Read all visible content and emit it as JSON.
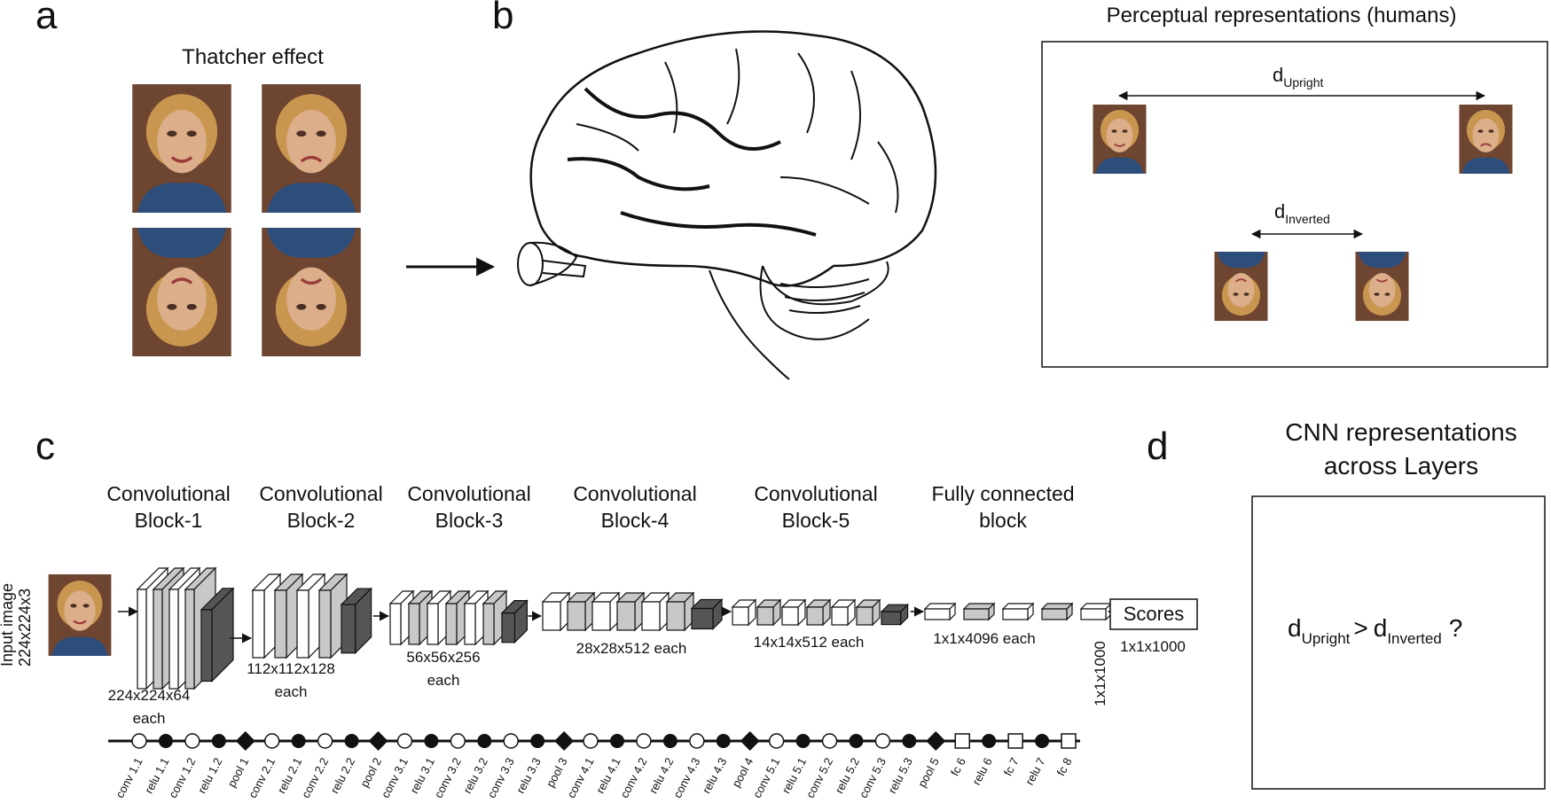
{
  "panel_a": {
    "letter": "a",
    "title": "Thatcher effect"
  },
  "panel_b": {
    "letter": "b",
    "title": "Perceptual representations (humans)",
    "d_upright": {
      "base": "d",
      "sub": "Upright"
    },
    "d_inverted": {
      "base": "d",
      "sub": "Inverted"
    }
  },
  "panel_c": {
    "letter": "c",
    "input_label": [
      "Input image",
      "224x224x3"
    ],
    "blocks": [
      {
        "title": [
          "Convolutional",
          "Block-1"
        ],
        "dims": [
          "224x224x64",
          "each"
        ]
      },
      {
        "title": [
          "Convolutional",
          "Block-2"
        ],
        "dims": [
          "112x112x128",
          "each"
        ]
      },
      {
        "title": [
          "Convolutional",
          "Block-3"
        ],
        "dims": [
          "56x56x256",
          "each"
        ]
      },
      {
        "title": [
          "Convolutional",
          "Block-4"
        ],
        "dims": [
          "28x28x512 each"
        ]
      },
      {
        "title": [
          "Convolutional",
          "Block-5"
        ],
        "dims": [
          "14x14x512 each"
        ]
      },
      {
        "title": [
          "Fully connected",
          "block"
        ],
        "dims": [
          "1x1x4096 each"
        ]
      }
    ],
    "fc8_dims": "1x1x1000",
    "scores_label": "Scores",
    "scores_dims": "1x1x1000",
    "layers": [
      {
        "name": "conv 1.1",
        "kind": "conv"
      },
      {
        "name": "relu 1.1",
        "kind": "relu"
      },
      {
        "name": "conv 1.2",
        "kind": "conv"
      },
      {
        "name": "relu 1.2",
        "kind": "relu"
      },
      {
        "name": "pool 1",
        "kind": "pool"
      },
      {
        "name": "conv 2.1",
        "kind": "conv"
      },
      {
        "name": "relu 2.1",
        "kind": "relu"
      },
      {
        "name": "conv 2.2",
        "kind": "conv"
      },
      {
        "name": "relu 2.2",
        "kind": "relu"
      },
      {
        "name": "pool 2",
        "kind": "pool"
      },
      {
        "name": "conv 3.1",
        "kind": "conv"
      },
      {
        "name": "relu 3.1",
        "kind": "relu"
      },
      {
        "name": "conv 3.2",
        "kind": "conv"
      },
      {
        "name": "relu 3.2",
        "kind": "relu"
      },
      {
        "name": "conv 3.3",
        "kind": "conv"
      },
      {
        "name": "relu 3.3",
        "kind": "relu"
      },
      {
        "name": "pool 3",
        "kind": "pool"
      },
      {
        "name": "conv 4.1",
        "kind": "conv"
      },
      {
        "name": "relu 4.1",
        "kind": "relu"
      },
      {
        "name": "conv 4.2",
        "kind": "conv"
      },
      {
        "name": "relu 4.2",
        "kind": "relu"
      },
      {
        "name": "conv 4.3",
        "kind": "conv"
      },
      {
        "name": "relu 4.3",
        "kind": "relu"
      },
      {
        "name": "pool 4",
        "kind": "pool"
      },
      {
        "name": "conv 5.1",
        "kind": "conv"
      },
      {
        "name": "relu 5.1",
        "kind": "relu"
      },
      {
        "name": "conv 5.2",
        "kind": "conv"
      },
      {
        "name": "relu 5.2",
        "kind": "relu"
      },
      {
        "name": "conv 5.3",
        "kind": "conv"
      },
      {
        "name": "relu 5.3",
        "kind": "relu"
      },
      {
        "name": "pool 5",
        "kind": "pool"
      },
      {
        "name": "fc 6",
        "kind": "fc"
      },
      {
        "name": "relu 6",
        "kind": "relu"
      },
      {
        "name": "fc 7",
        "kind": "fc"
      },
      {
        "name": "relu 7",
        "kind": "relu"
      },
      {
        "name": "fc 8",
        "kind": "fc"
      }
    ]
  },
  "panel_d": {
    "letter": "d",
    "title": [
      "CNN representations",
      "across Layers"
    ],
    "question": {
      "d1": "d",
      "sub1": "Upright",
      "op": ">",
      "d2": "d",
      "sub2": "Inverted",
      "q": "?"
    }
  },
  "colors": {
    "face_bg": "#7a4a30",
    "face_skin": "#d9a882",
    "face_hair": "#c99a5a",
    "face_shirt": "#2f4f7a",
    "gray_layer": "#c8c8c8",
    "dark_layer": "#555555"
  }
}
